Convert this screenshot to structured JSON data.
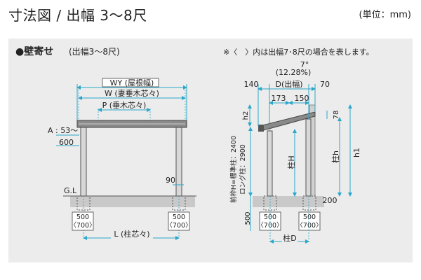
{
  "header": {
    "title": "寸法図 / 出幅 3～8尺",
    "unit": "(単位：mm)"
  },
  "section": {
    "title": "●壁寄せ",
    "subtitle": "(出幅3～8尺)",
    "note": "※〈　〉内は出幅7･8尺の場合を表します。"
  },
  "front": {
    "wy": "WY (屋根幅)",
    "w": "W (妻垂木芯々)",
    "p": "P (垂木芯々)",
    "a": "A : 53～",
    "a2": "600",
    "gl": "G.L",
    "d90": "90",
    "foot1a": "500",
    "foot1b": "〈700〉",
    "foot2a": "500",
    "foot2b": "〈700〉",
    "l": "L (柱芯々)"
  },
  "side": {
    "deg": "7°",
    "pct": "(12.28%)",
    "d140": "140",
    "d_label": "D(出幅)",
    "d70": "70",
    "d173": "173",
    "d150": "150",
    "h2": "h2",
    "d78": "78",
    "v_label1": "前枠H=標準柱：2400",
    "v_label2": "ロング柱：2900",
    "pillar_h": "柱H",
    "h": "柱h",
    "h1": "h1",
    "d200": "200",
    "d500": "500",
    "foot1a": "500",
    "foot1b": "〈700〉",
    "foot2a": "500",
    "foot2b": "〈700〉",
    "pillar_d": "柱D"
  }
}
